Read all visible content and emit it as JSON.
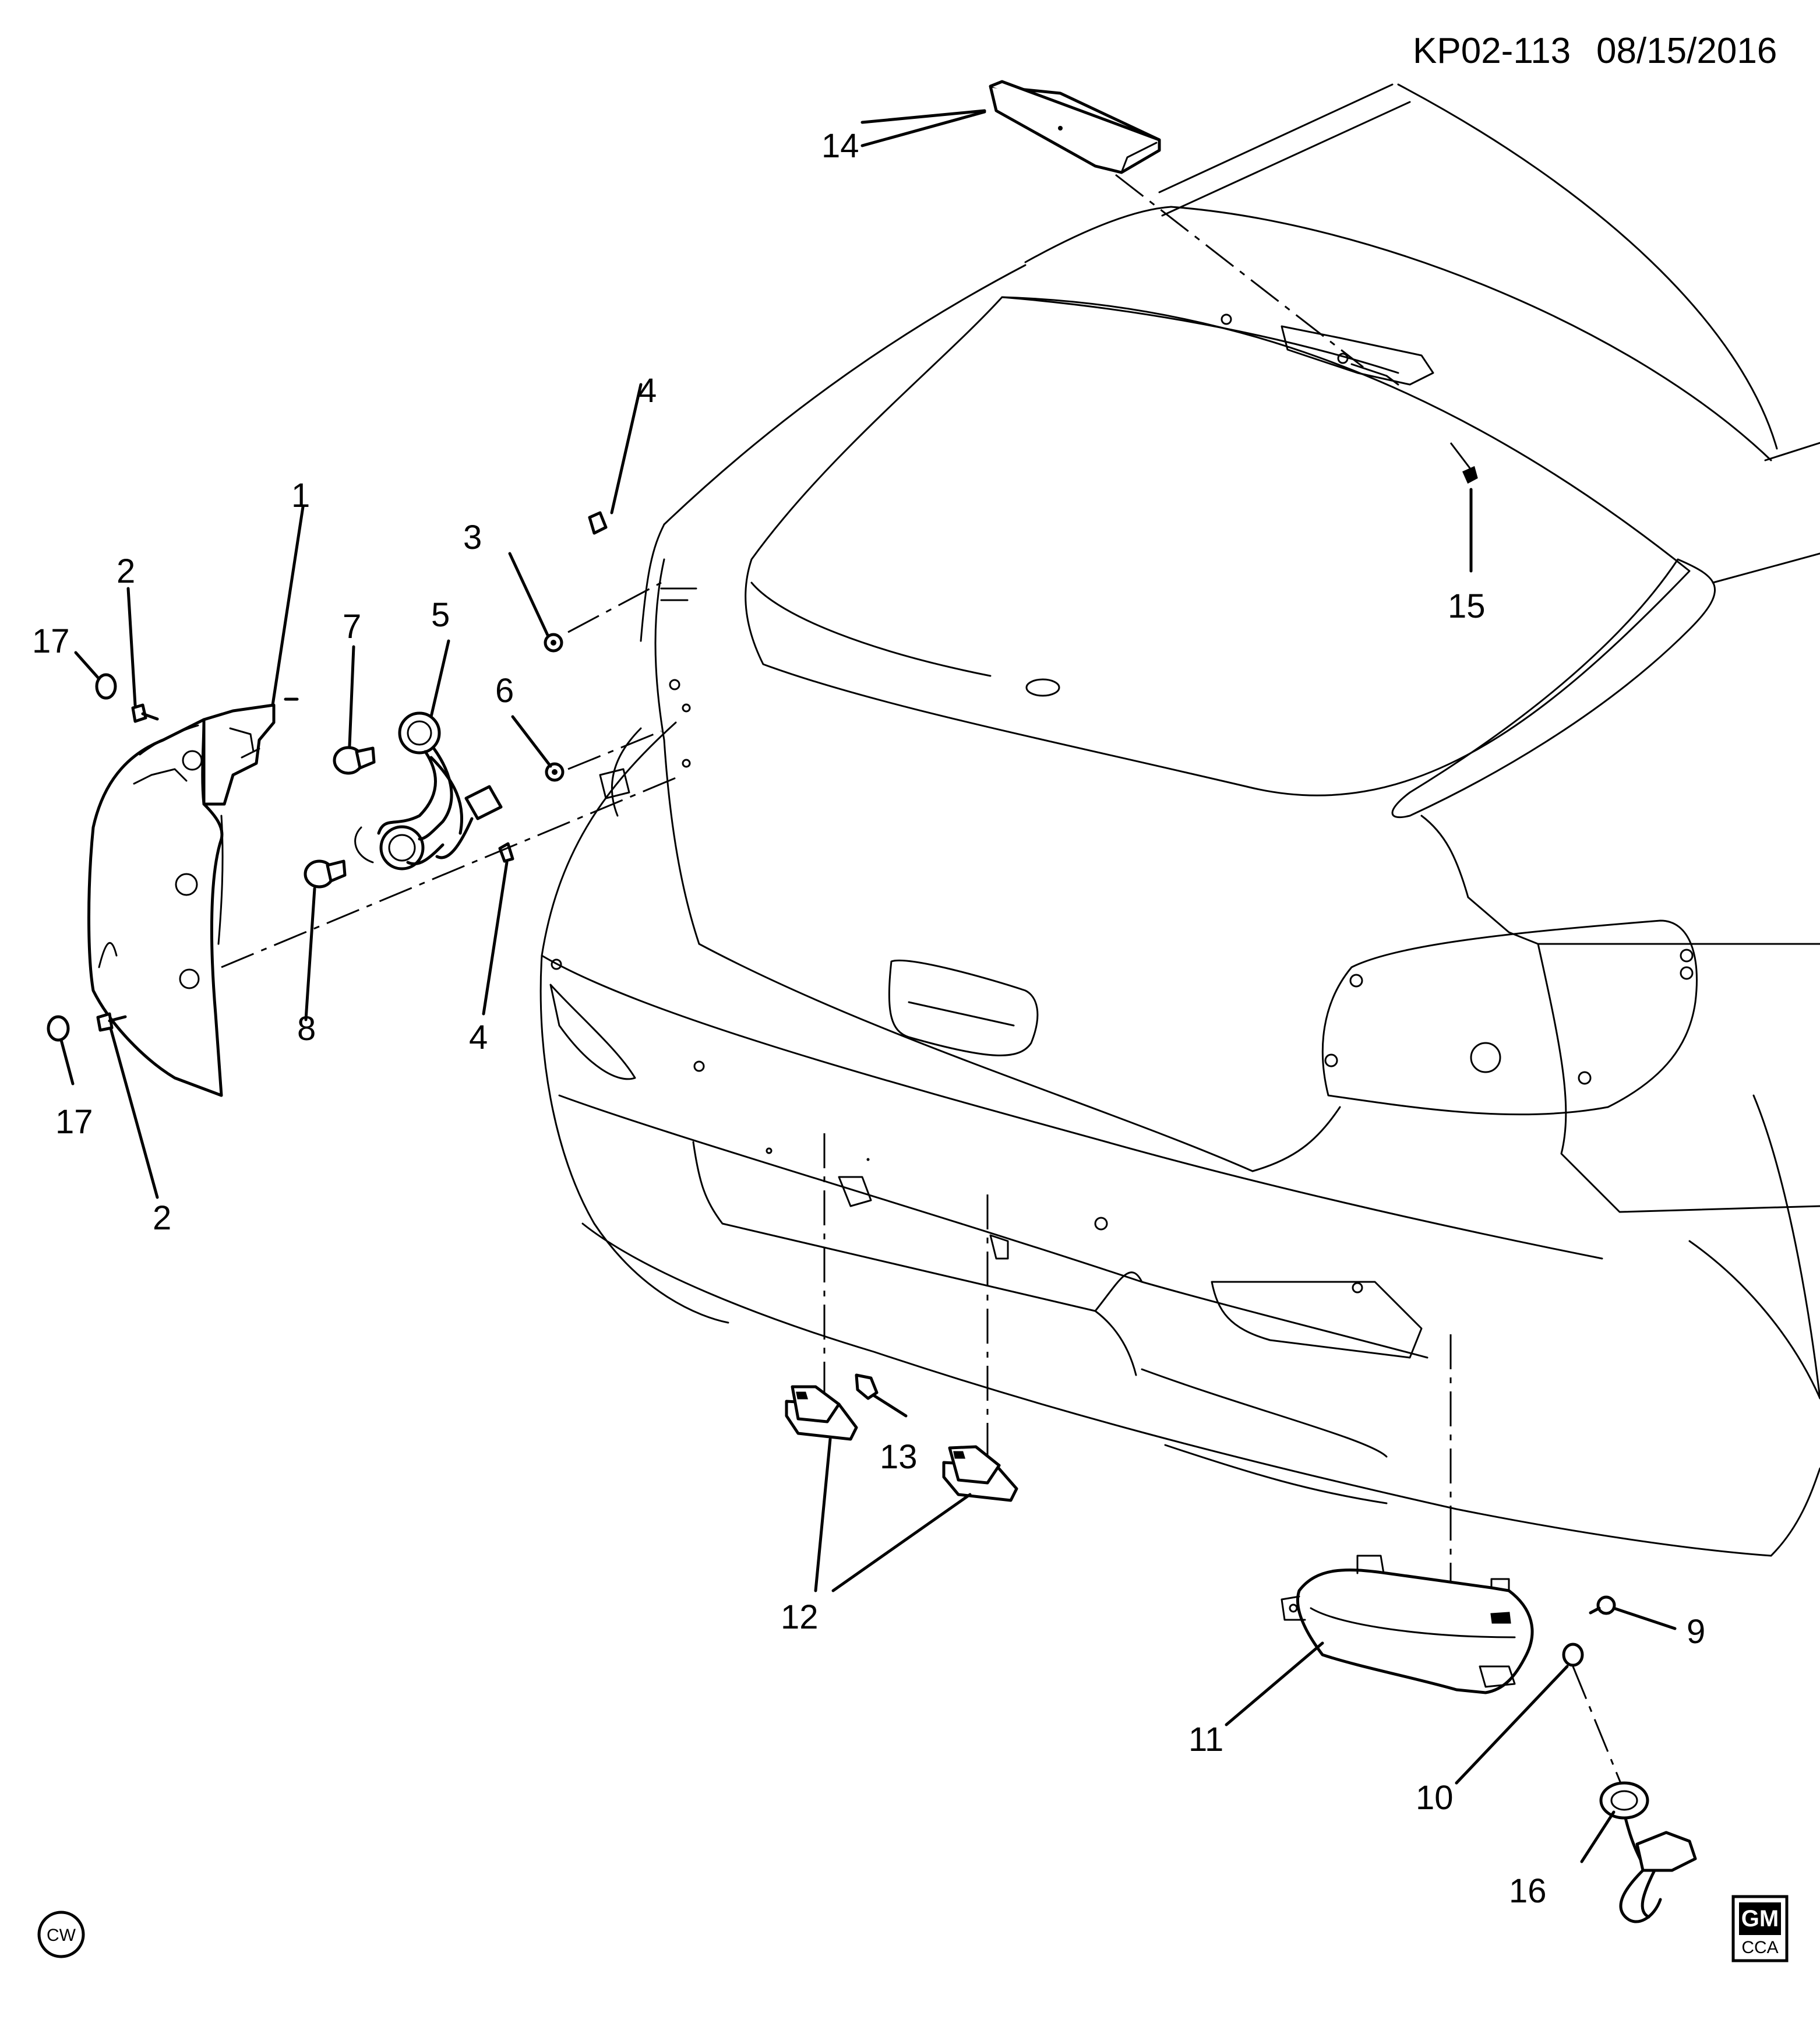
{
  "header": {
    "code": "KP02-113",
    "date": "08/15/2016"
  },
  "callouts": {
    "c1": "1",
    "c2a": "2",
    "c2b": "2",
    "c3": "3",
    "c4a": "4",
    "c4b": "4",
    "c5": "5",
    "c6": "6",
    "c7": "7",
    "c8": "8",
    "c9": "9",
    "c10": "10",
    "c11": "11",
    "c12": "12",
    "c13": "13",
    "c14": "14",
    "c15": "15",
    "c16": "16",
    "c17a": "17",
    "c17b": "17"
  },
  "badges": {
    "cw": "CW",
    "gm": "GM",
    "gm_sub": "CCA"
  }
}
